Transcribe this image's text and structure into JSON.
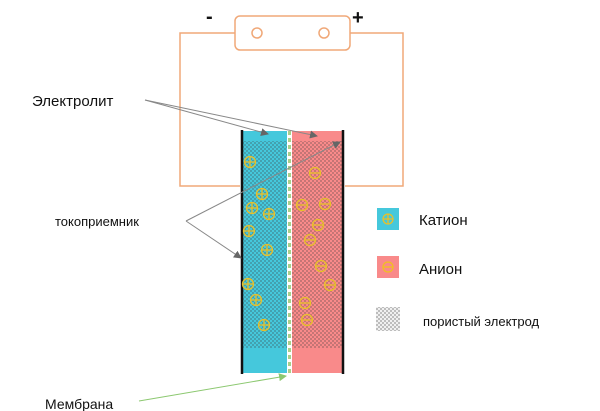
{
  "title": "Схема суперконденсатора",
  "battery": {
    "minus_label": "-",
    "plus_label": "+"
  },
  "labels": {
    "electrolyte": "Электролит",
    "current_collector": "токоприемник",
    "membrane": "Мембрана"
  },
  "legend": [
    {
      "key": "cation",
      "label": "Катион",
      "color": "#45c8dc",
      "symbol": "⊕"
    },
    {
      "key": "anion",
      "label": "Анион",
      "color": "#f98a8a",
      "symbol": "⊖"
    },
    {
      "key": "porous",
      "label": "пористый электрод",
      "color": "#cfcfcf",
      "symbol": ""
    }
  ],
  "colors": {
    "wire": "#f0a878",
    "cation_side": "#45c8dc",
    "anion_side": "#f98a8a",
    "ion_symbol": "#e8c02a",
    "collector": "#111111",
    "membrane": "#a9cf8a",
    "pointer": "#888888",
    "membrane_pointer": "#8cc870"
  },
  "ions": {
    "cations_count": 9,
    "anions_count": 9
  }
}
